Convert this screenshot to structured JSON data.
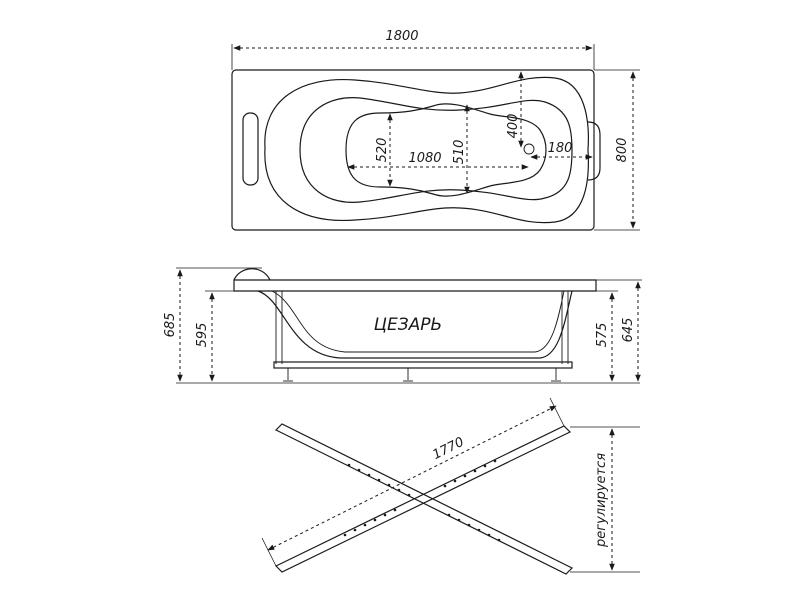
{
  "top_view": {
    "length": "1800",
    "width": "800",
    "inner_length": "1080",
    "inner_width_left": "520",
    "inner_width_right": "510",
    "drain_offset_y": "400",
    "drain_offset_x": "180"
  },
  "side_view": {
    "model_name": "ЦЕЗАРЬ",
    "total_height": "685",
    "rim_height": "595",
    "inner_height": "575",
    "outer_height": "645"
  },
  "frame_view": {
    "diagonal": "1770",
    "adjustable_label": "регулируется"
  }
}
